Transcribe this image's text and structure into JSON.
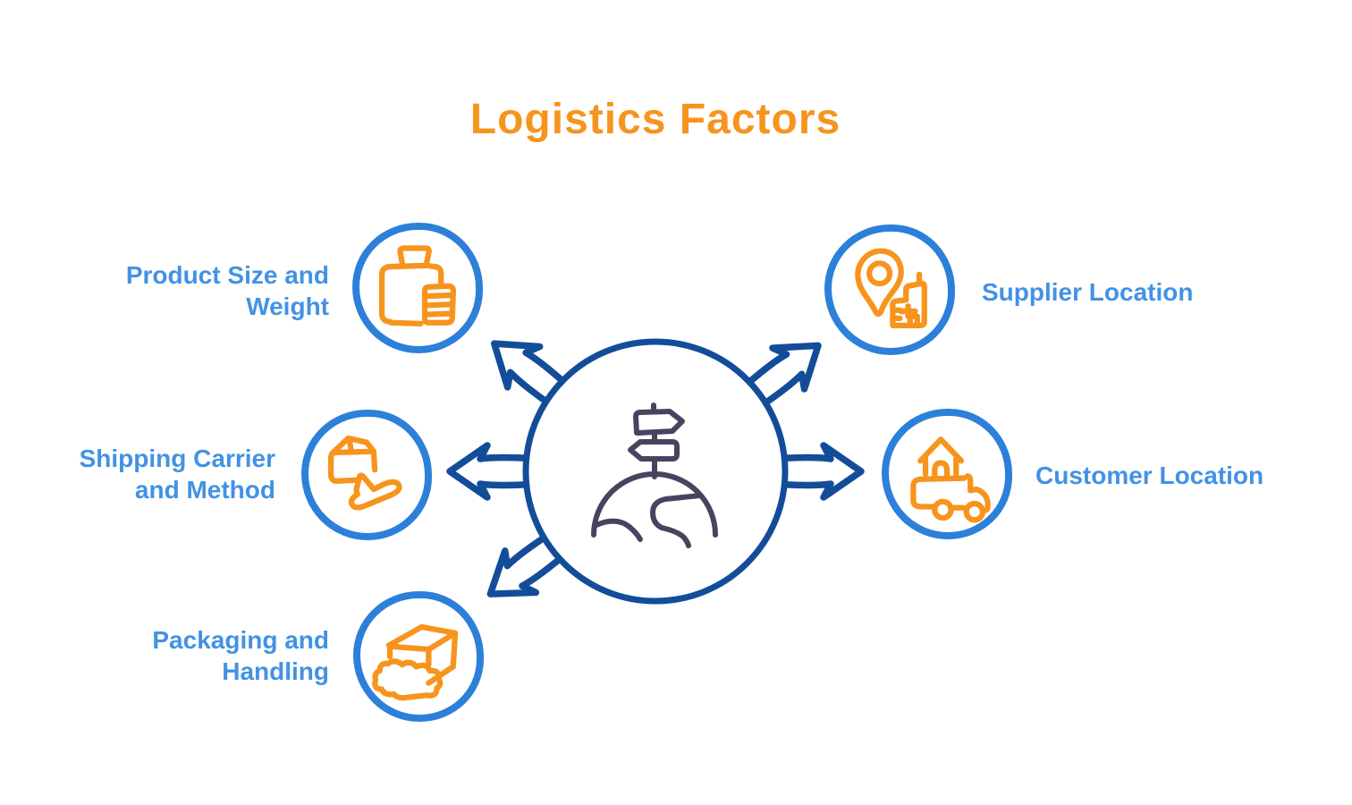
{
  "title": "Logistics Factors",
  "colors": {
    "background": "#FFFFFF",
    "title": "#F7941D",
    "label": "#4292E4",
    "icon_stroke": "#F7941D",
    "node_border": "#2C80D9",
    "arrow": "#134D99",
    "center_illustration": "#46455F"
  },
  "center": {
    "icon": "globe-signpost-icon"
  },
  "nodes": [
    {
      "id": "product-size-weight",
      "label": "Product Size and Weight",
      "icon": "luggage-weight-icon"
    },
    {
      "id": "shipping-carrier-method",
      "label": "Shipping Carrier and Method",
      "icon": "package-plane-icon"
    },
    {
      "id": "packaging-handling",
      "label": "Packaging and Handling",
      "icon": "box-wrap-icon"
    },
    {
      "id": "supplier-location",
      "label": "Supplier Location",
      "icon": "map-pin-building-icon"
    },
    {
      "id": "customer-location",
      "label": "Customer Location",
      "icon": "house-truck-icon"
    }
  ]
}
